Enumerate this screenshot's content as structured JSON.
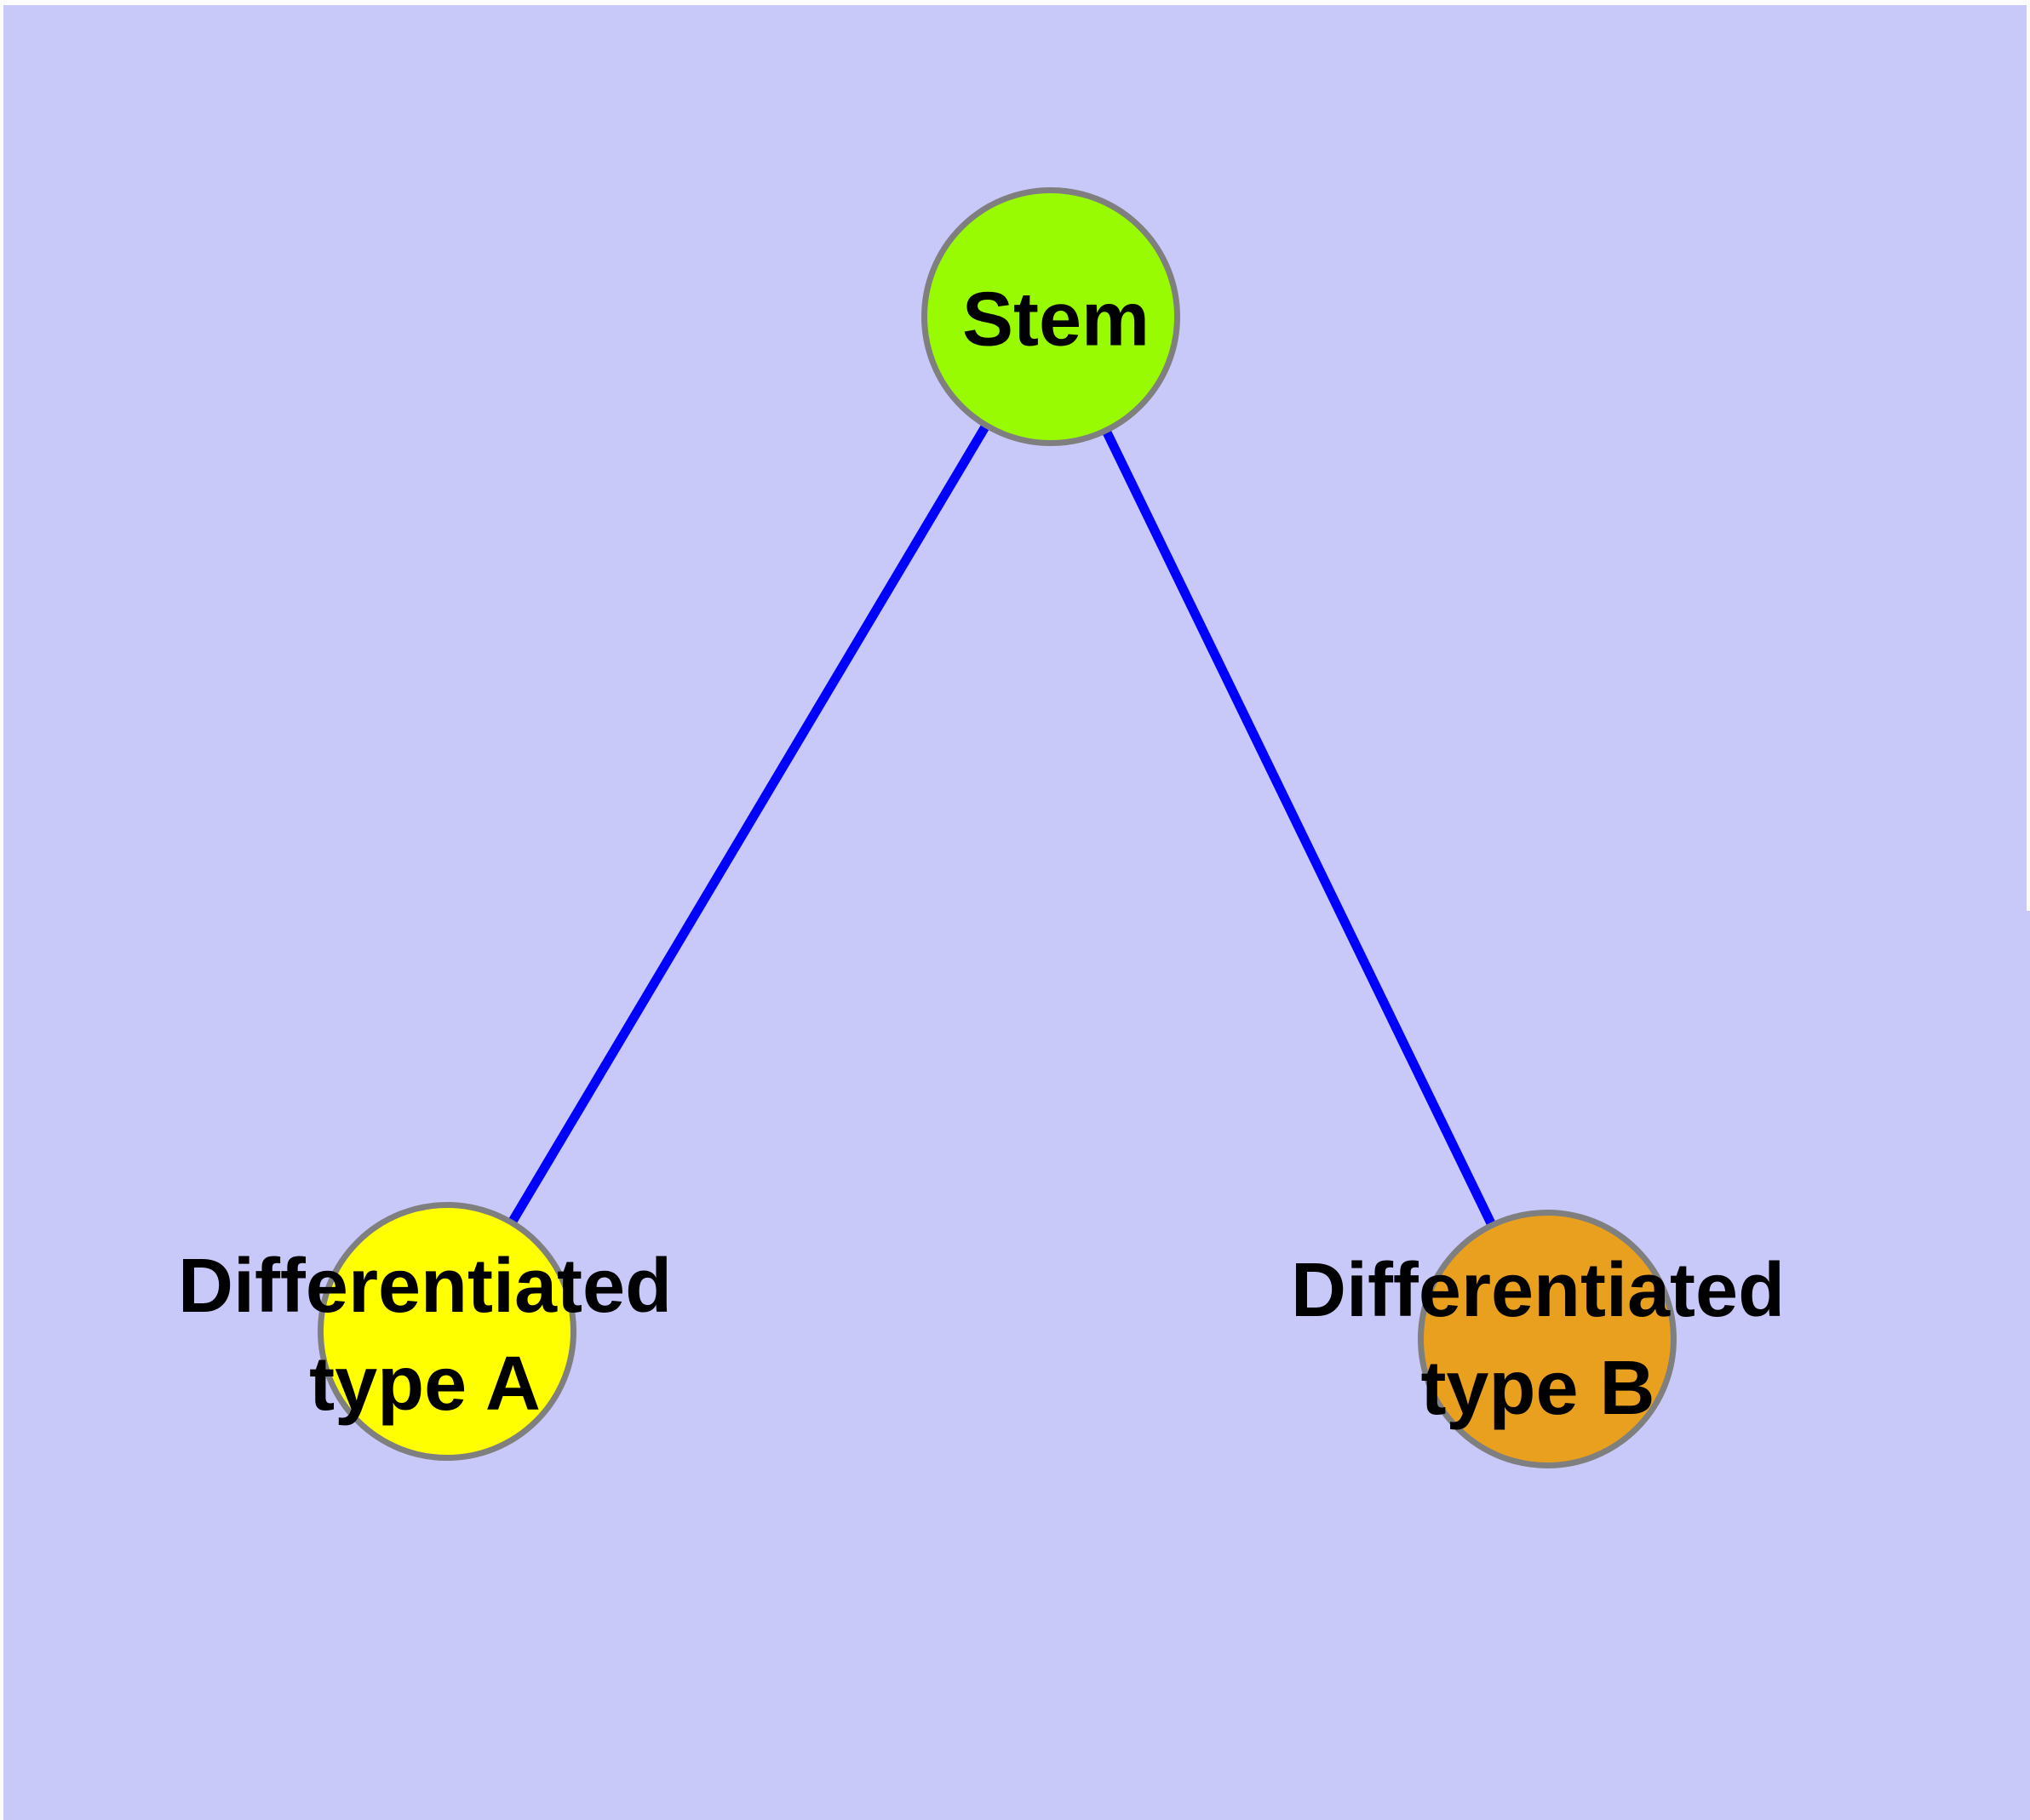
{
  "diagram": {
    "background_color": "#C9C9F9",
    "frame_border_color": "#FCFCFE",
    "node_outline_color": "#7F7F7F",
    "edge_color": "#0000FF",
    "label_color": "#000000",
    "nodes": [
      {
        "id": "stem",
        "label": "Stem",
        "fill": "#99FB01"
      },
      {
        "id": "type-a",
        "label": "Differentiated\ntype A",
        "fill": "#FFFF00"
      },
      {
        "id": "type-b",
        "label": "Differentiated\ntype B",
        "fill": "#E8A01E"
      }
    ],
    "edges": [
      {
        "from": "stem",
        "to": "type-a"
      },
      {
        "from": "stem",
        "to": "type-b"
      }
    ]
  }
}
